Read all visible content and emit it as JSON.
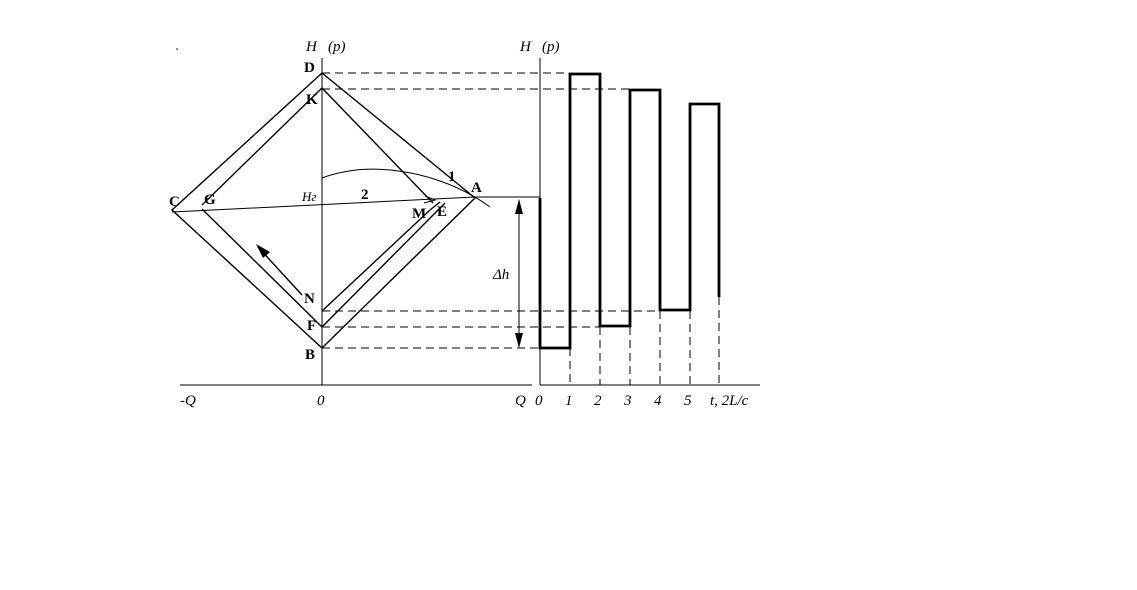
{
  "left_plot": {
    "axis_labels": {
      "h": "H",
      "p": "(p)",
      "neg_q": "-Q",
      "origin": "0",
      "q": "Q"
    },
    "points": {
      "D": "D",
      "K": "K",
      "C": "C",
      "G": "G",
      "A": "A",
      "M": "M",
      "E": "E",
      "N": "N",
      "F": "F",
      "B": "B"
    },
    "curve_labels": {
      "curve1": "1",
      "curve2": "2",
      "hg": "Hг"
    },
    "delta_h": "Δh"
  },
  "right_plot": {
    "axis_labels": {
      "h": "H",
      "p": "(p)",
      "origin": "0",
      "t": "t, 2L/c"
    },
    "ticks": [
      "1",
      "2",
      "3",
      "4",
      "5"
    ]
  },
  "chart_data": {
    "type": "line",
    "title": "",
    "xlabel": "t, 2L/c",
    "ylabel": "H (p)",
    "series": [
      {
        "x": [
          0,
          0,
          1,
          1,
          2,
          2,
          3,
          3,
          4,
          4,
          5,
          5,
          6
        ],
        "y": [
          "A",
          "B",
          "B",
          "D",
          "D",
          "F",
          "F",
          "K",
          "K",
          "N",
          "N",
          "upper-3",
          "lower-3"
        ],
        "description_levels": [
          "A",
          "B",
          "D",
          "F",
          "K",
          "N"
        ]
      }
    ]
  }
}
